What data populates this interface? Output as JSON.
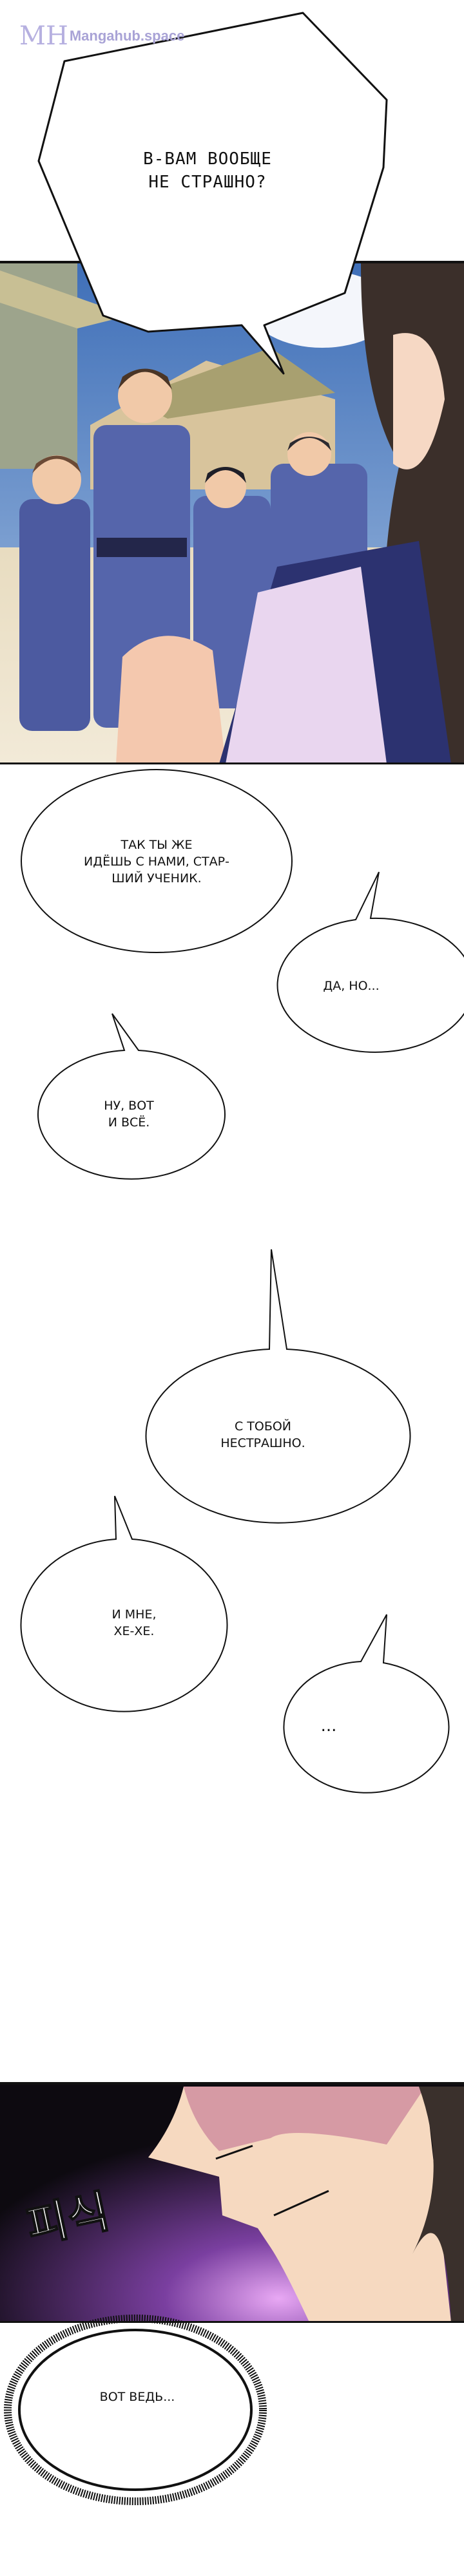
{
  "watermark": {
    "logo": "MH",
    "site": "Mangahub.space"
  },
  "panels": [
    {
      "name": "students-scene"
    },
    {
      "name": "closeup-smile",
      "sfx": "피식"
    }
  ],
  "bubbles": [
    {
      "text": "В-ВАМ ВООБЩЕ\nНЕ СТРАШНО?"
    },
    {
      "text": "ТАК ТЫ ЖЕ\nИДЁШЬ С НАМИ, СТАР-\nШИЙ УЧЕНИК."
    },
    {
      "text": "ДА, НО..."
    },
    {
      "text": "НУ, ВОТ\nИ ВСЁ."
    },
    {
      "text": "С ТОБОЙ\nНЕСТРАШНО."
    },
    {
      "text": "И МНЕ,\nХЕ-ХЕ."
    },
    {
      "text": "..."
    },
    {
      "text": "ВОТ ВЕДЬ..."
    }
  ]
}
